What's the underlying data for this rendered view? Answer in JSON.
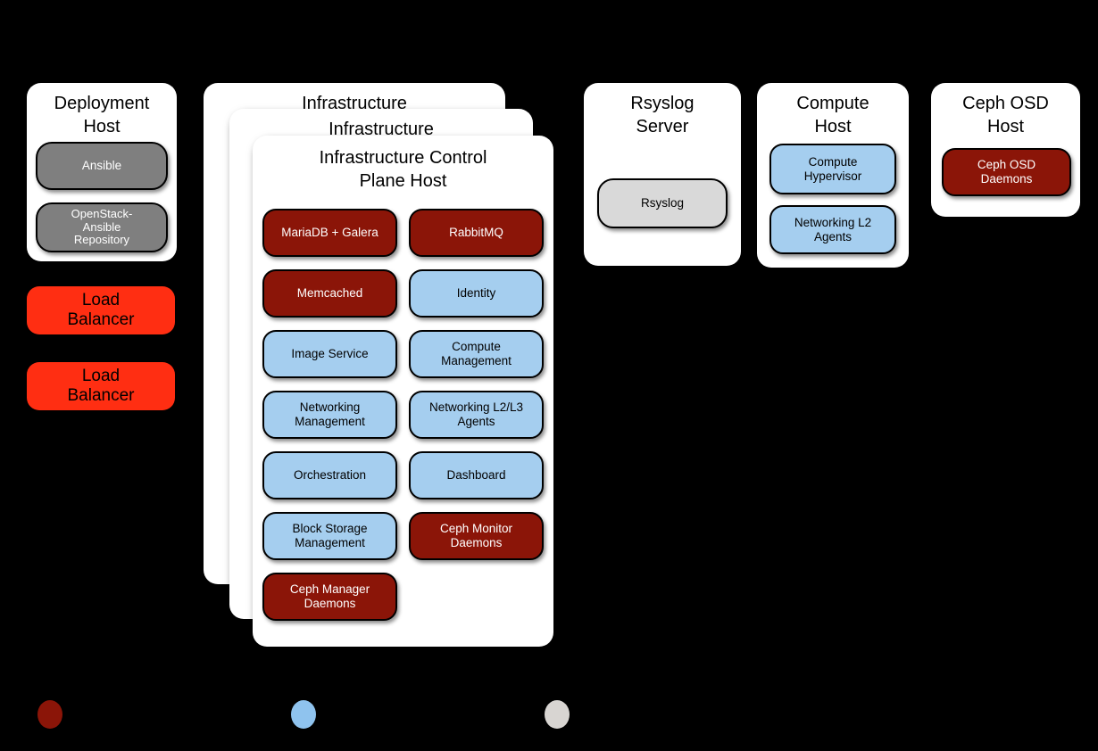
{
  "colors": {
    "background": "#000000",
    "card": "#ffffff",
    "dark_red": "#8b1508",
    "light_blue": "#a5ceef",
    "mid_gray": "#7f7f7f",
    "light_gray": "#d9d9d9",
    "lb_red": "#ff2e12",
    "legend_red": "#8b1508",
    "legend_blue": "#8fc3ee",
    "legend_gray": "#d8d5d2"
  },
  "deployment_host": {
    "title": "Deployment Host",
    "components": [
      {
        "label": "Ansible",
        "type": "gray"
      },
      {
        "label": "OpenStack-Ansible Repository",
        "type": "gray"
      }
    ]
  },
  "load_balancers": [
    {
      "label": "Load Balancer"
    },
    {
      "label": "Load Balancer"
    }
  ],
  "infrastructure_stack": {
    "back_card_title": "Infrastructure",
    "middle_card_title": "Infrastructure",
    "front_card_title": "Infrastructure Control Plane Host",
    "components": [
      {
        "label": "MariaDB + Galera",
        "type": "red"
      },
      {
        "label": "RabbitMQ",
        "type": "red"
      },
      {
        "label": "Memcached",
        "type": "red"
      },
      {
        "label": "Identity",
        "type": "blue"
      },
      {
        "label": "Image Service",
        "type": "blue"
      },
      {
        "label": "Compute Management",
        "type": "blue"
      },
      {
        "label": "Networking Management",
        "type": "blue"
      },
      {
        "label": "Networking L2/L3 Agents",
        "type": "blue"
      },
      {
        "label": "Orchestration",
        "type": "blue"
      },
      {
        "label": "Dashboard",
        "type": "blue"
      },
      {
        "label": "Block Storage Management",
        "type": "blue"
      },
      {
        "label": "Ceph Monitor Daemons",
        "type": "red"
      },
      {
        "label": "Ceph Manager Daemons",
        "type": "red"
      }
    ]
  },
  "rsyslog_server": {
    "title": "Rsyslog Server",
    "components": [
      {
        "label": "Rsyslog",
        "type": "lightgray"
      }
    ]
  },
  "compute_host": {
    "title": "Compute Host",
    "components": [
      {
        "label": "Compute Hypervisor",
        "type": "blue"
      },
      {
        "label": "Networking L2 Agents",
        "type": "blue"
      }
    ]
  },
  "ceph_osd_host": {
    "title": "Ceph OSD Host",
    "components": [
      {
        "label": "Ceph OSD Daemons",
        "type": "red"
      }
    ]
  },
  "legend": {
    "dots": [
      {
        "color": "#8b1508"
      },
      {
        "color": "#8fc3ee"
      },
      {
        "color": "#d8d5d2"
      }
    ]
  }
}
